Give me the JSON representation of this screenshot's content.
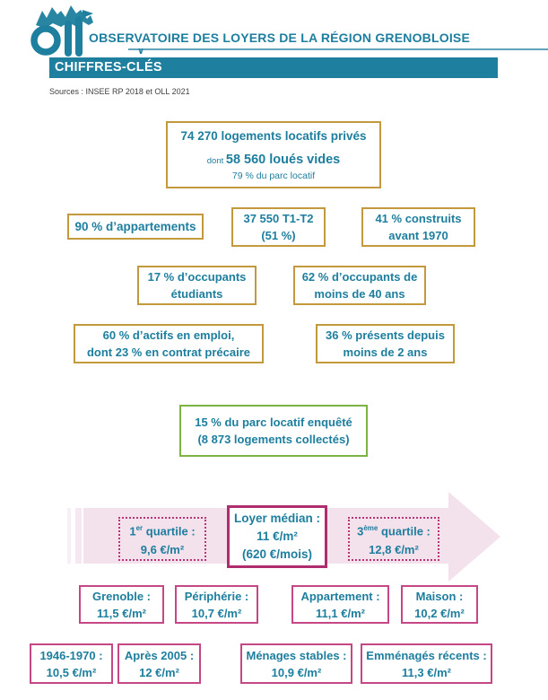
{
  "header": {
    "title": "OBSERVATOIRE DES LOYERS DE LA RÉGION GRENOBLOISE",
    "banner": "CHIFFRES-CLÉS",
    "sources": "Sources : INSEE RP 2018 et OLL 2021",
    "logo_name": "OLL-observatoire-logo",
    "chevron": "∨"
  },
  "colors": {
    "teal": "#1d7e9e",
    "gold": "#c2993c",
    "green": "#7cb342",
    "magenta": "#b73577",
    "arrow_pink": "#f3e1ec"
  },
  "stock": {
    "main": {
      "line1": "74 270 logements locatifs privés",
      "dont": "dont ",
      "line2": "58 560 loués vides",
      "line3": "79 % du parc locatif"
    },
    "boxes": [
      {
        "lines": [
          "90 % d’appartements",
          ""
        ]
      },
      {
        "lines": [
          "37 550 T1-T2",
          "(51 %)"
        ]
      },
      {
        "lines": [
          "41 % construits",
          "avant 1970"
        ]
      },
      {
        "lines": [
          "17 % d’occupants",
          "étudiants"
        ]
      },
      {
        "lines": [
          "62 % d’occupants de",
          "moins de 40 ans"
        ]
      },
      {
        "lines": [
          "60 % d’actifs en emploi,",
          "dont 23 % en contrat précaire"
        ]
      },
      {
        "lines": [
          "36 % présents depuis",
          "moins de 2 ans"
        ]
      }
    ],
    "survey": {
      "line1": "15 % du parc locatif enquêté",
      "line2": "(8 873 logements collectés)"
    }
  },
  "scale": {
    "q1": {
      "num": "1",
      "sup": "er",
      "rest": " quartile :",
      "value": "9,6 €/m²"
    },
    "median": {
      "label": "Loyer médian :",
      "value": "11 €/m²",
      "monthly": "(620 €/mois)"
    },
    "q3": {
      "num": "3",
      "sup": "ème",
      "rest": " quartile :",
      "value": "12,8 €/m²"
    }
  },
  "rents_row1": [
    {
      "label": "Grenoble :",
      "value": "11,5 €/m²"
    },
    {
      "label": "Périphérie :",
      "value": "10,7 €/m²"
    },
    {
      "label": "Appartement :",
      "value": "11,1 €/m²"
    },
    {
      "label": "Maison :",
      "value": "10,2 €/m²"
    }
  ],
  "rents_row2": [
    {
      "label": "1946-1970 :",
      "value": "10,5 €/m²"
    },
    {
      "label": "Après 2005 :",
      "value": "12 €/m²"
    },
    {
      "label": "Ménages stables :",
      "value": "10,9 €/m²"
    },
    {
      "label": "Emménagés récents :",
      "value": "11,3 €/m²"
    }
  ]
}
